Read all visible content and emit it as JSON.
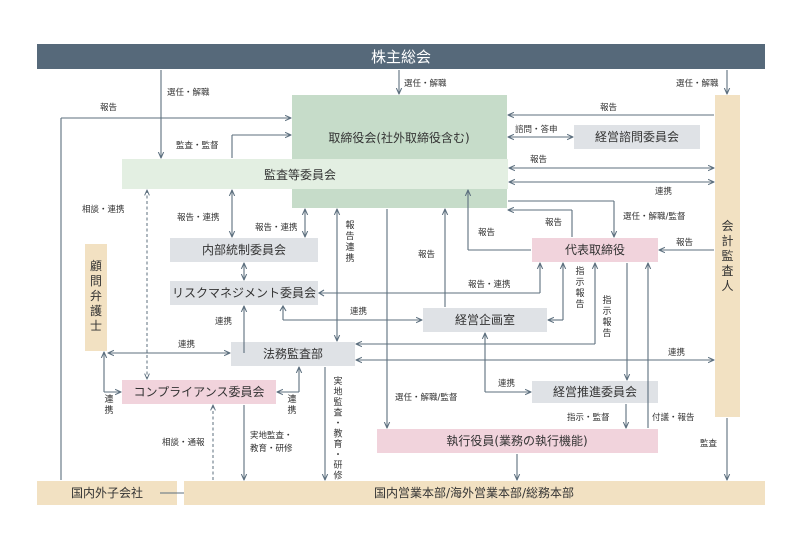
{
  "nodes": {
    "shareholders": "株主総会",
    "board": "取締役会(社外取締役含む)",
    "mgmt_advisory": "経営諮問委員会",
    "audit_committee": "監査等委員会",
    "internal_control": "内部統制委員会",
    "risk_mgmt": "リスクマネジメント委員会",
    "legal_audit": "法務監査部",
    "compliance": "コンプライアンス委員会",
    "president": "代表取締役",
    "planning": "経営企画室",
    "promotion": "経営推進委員会",
    "officers": "執行役員(業務の執行機能)",
    "subsidiaries": "国内外子会社",
    "divisions": "国内営業本部/海外営業本部/総務本部",
    "advisor": "顧問弁護士",
    "auditor": "会計監査人"
  },
  "labels": {
    "elect_dismiss": "選任・解職",
    "report": "報告",
    "audit_supervise": "監査・監督",
    "consult_reply": "諮問・答申",
    "report_coop": "報告・連携",
    "coop": "連携",
    "consult_coop": "相談・連携",
    "elect_dismiss_supervise": "選任・解職/監督",
    "report_coop_v": "報告連携",
    "instruct_report": "指示報告",
    "field_audit_edu": "実地監査・教育・研修",
    "field_audit_edu_2line": "実地監査・\n教育・研修",
    "consult_notify": "相談・通報",
    "instruct_supervise": "指示・監督",
    "deliberate_report": "付議・報告",
    "audit": "監査"
  },
  "colors": {
    "title_bar": "#56697a",
    "green": "#c6dcc9",
    "green_light": "#e3efe2",
    "gray": "#dfe2e6",
    "pink": "#f1d3dc",
    "beige": "#f2e1c2",
    "line": "#5c6f7e"
  }
}
